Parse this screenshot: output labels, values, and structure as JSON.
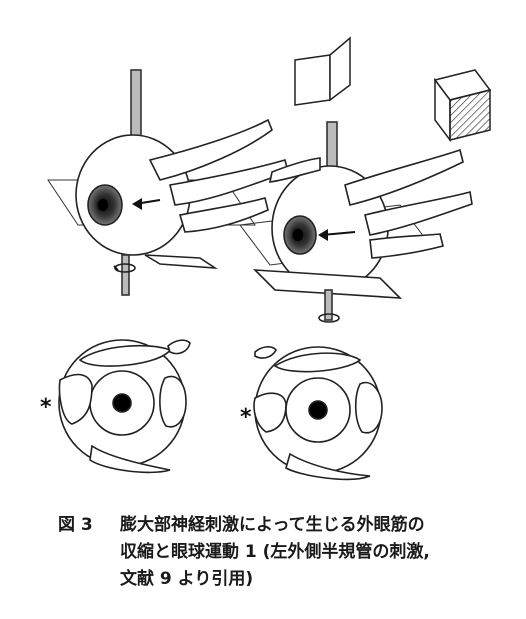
{
  "caption": {
    "label": "図 3",
    "lines": [
      "膨大部神経刺激によって生じる外眼筋の",
      "収縮と眼球運動 1 (左外側半規管の刺激,",
      "文献 9 より引用)"
    ]
  },
  "annotations": {
    "asterisk_left": "*",
    "asterisk_right": "*"
  }
}
